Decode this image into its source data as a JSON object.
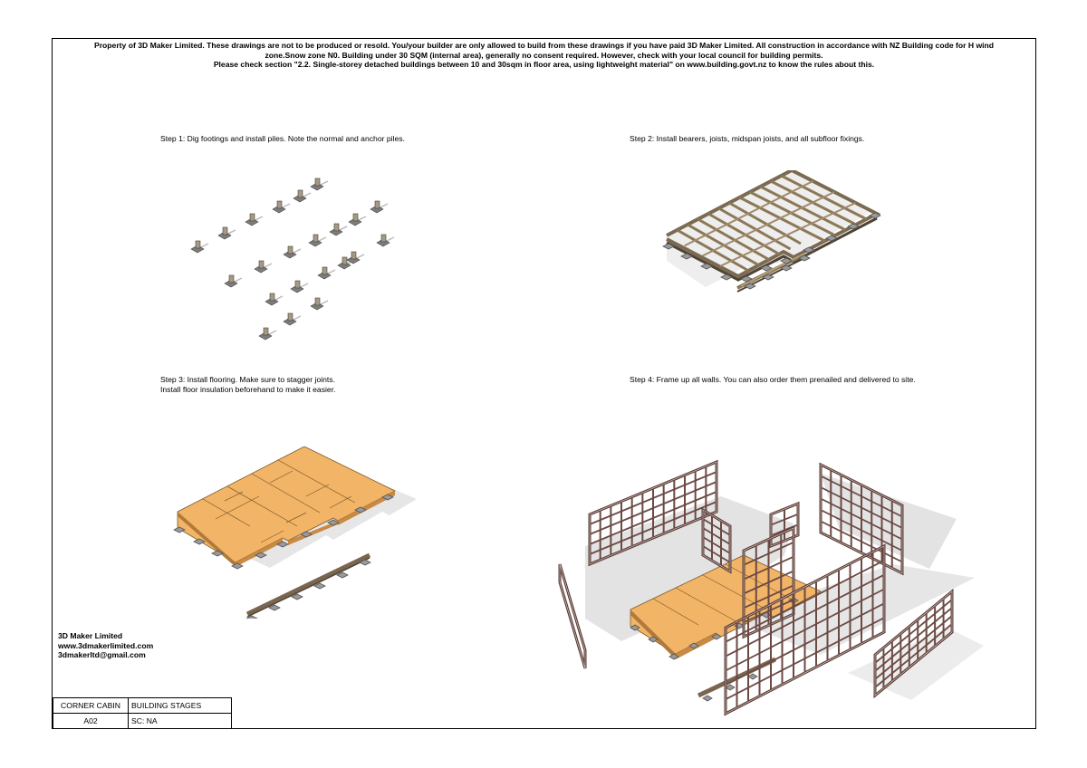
{
  "notice": {
    "line1": "Property of 3D Maker Limited. These drawings are not to be produced or resold. You/your builder are only allowed to build from these drawings if you have paid 3D Maker Limited. All construction in accordance with NZ Building code for H wind",
    "line2": "zone.Snow zone N0. Building under 30 SQM (internal area), generally no consent required. However, check with your local council for building permits.",
    "line3": "Please check section \"2.2. Single-storey detached buildings between 10 and 30sqm in floor area, using lightweight material\" on www.building.govt.nz to know the rules about this."
  },
  "steps": {
    "step1": "Step 1: Dig footings and install piles. Note the normal and anchor piles.",
    "step2": "Step 2: Install bearers, joists, midspan joists, and all subfloor fixings.",
    "step3_line1": "Step 3: Install flooring. Make sure to stagger joints.",
    "step3_line2": "Install floor insulation beforehand to make it easier.",
    "step4": "Step 4: Frame up all walls. You can also order them prenailed and delivered to site."
  },
  "company": {
    "name": "3D Maker Limited",
    "website": "www.3dmakerlimited.com",
    "email": "3dmakerltd@gmail.com"
  },
  "title_block": {
    "project": "CORNER CABIN",
    "sheet_title": "BUILDING STAGES",
    "sheet_number": "A02",
    "scale": "SC: NA"
  },
  "colors": {
    "flooring": "#f2b467",
    "framing": "#6b4a44",
    "timber": "#a08a6a",
    "shadow": "#dcdcdc"
  }
}
